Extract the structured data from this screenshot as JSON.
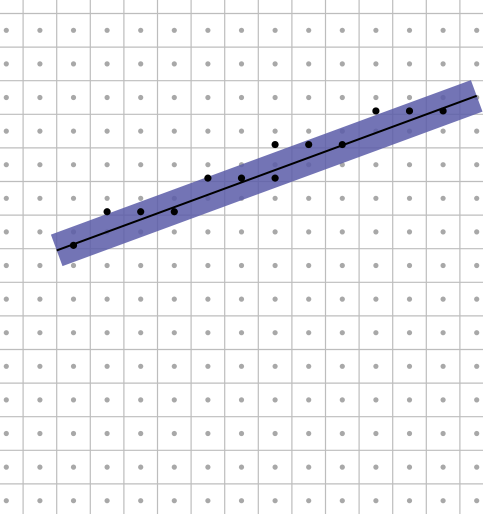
{
  "chart_data": {
    "type": "scatter",
    "title": "",
    "xlabel": "",
    "ylabel": "",
    "grid": true,
    "grid_cells": {
      "columns": 15,
      "rows": 16
    },
    "xlim": [
      0,
      15
    ],
    "ylim": [
      0,
      16
    ],
    "colors": {
      "background": "#ffffff",
      "grid_line": "#bdbdbd",
      "grid_dot": "#a8a8a8",
      "band": "#5a5ca8",
      "fit_line": "#000000",
      "points": "#000000"
    },
    "series": [
      {
        "points": [
          {
            "x": 2.5,
            "y": 8.1
          },
          {
            "x": 3.5,
            "y": 9.1
          },
          {
            "x": 4.5,
            "y": 9.1
          },
          {
            "x": 5.5,
            "y": 9.1
          },
          {
            "x": 6.5,
            "y": 10.1
          },
          {
            "x": 7.5,
            "y": 10.1
          },
          {
            "x": 8.5,
            "y": 10.1
          },
          {
            "x": 8.5,
            "y": 11.1
          },
          {
            "x": 9.5,
            "y": 11.1
          },
          {
            "x": 10.5,
            "y": 11.1
          },
          {
            "x": 11.5,
            "y": 12.1
          },
          {
            "x": 12.5,
            "y": 12.1
          },
          {
            "x": 13.5,
            "y": 12.1
          }
        ]
      }
    ],
    "fit_line": {
      "from": {
        "x": 2.0,
        "y": 7.95
      },
      "to": {
        "x": 14.5,
        "y": 12.55
      },
      "band_half_width": 0.5
    }
  }
}
